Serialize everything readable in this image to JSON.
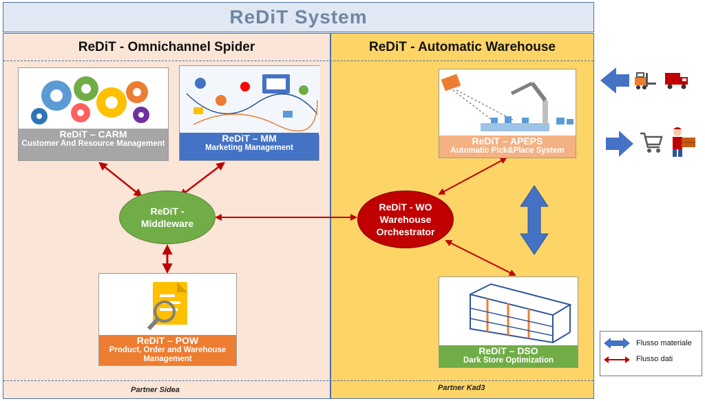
{
  "title": "ReDiT System",
  "left_panel": {
    "title": "ReDiT - Omnichannel Spider",
    "partner": "Partner Sidea"
  },
  "right_panel": {
    "title": "ReDiT - Automatic Warehouse",
    "partner": "Partner Kad3"
  },
  "modules": {
    "carm": {
      "name": "ReDiT – CARM",
      "desc": "Customer And Resource Management",
      "color": "#a6a6a6"
    },
    "mm": {
      "name": "ReDiT – MM",
      "desc": "Marketing Management",
      "color": "#4472c4"
    },
    "pow": {
      "name": "ReDiT – POW",
      "desc": "Product, Order and Warehouse Management",
      "color": "#ed7d31"
    },
    "apeps": {
      "name": "ReDiT – APEPS",
      "desc": "Automatic Pick&Place System",
      "color": "#f4b183"
    },
    "dso": {
      "name": "ReDiT – DSO",
      "desc": "Dark Store Optimization",
      "color": "#70ad47"
    }
  },
  "nodes": {
    "middleware": {
      "line1": "ReDiT -",
      "line2": "Middleware",
      "color": "#70ad47"
    },
    "wo": {
      "line1": "ReDiT - WO",
      "line2": "Warehouse",
      "line3": "Orchestrator",
      "color": "#c00000"
    }
  },
  "legend": {
    "material": "Flusso materiale",
    "data": "Flusso dati",
    "material_color": "#4472c4",
    "data_color": "#c00000"
  },
  "icons": [
    "forklift-icon",
    "truck-icon",
    "shopping-cart-icon",
    "delivery-person-icon",
    "robot-arm-icon",
    "warehouse-rack-icon",
    "gears-icon",
    "document-search-icon"
  ]
}
